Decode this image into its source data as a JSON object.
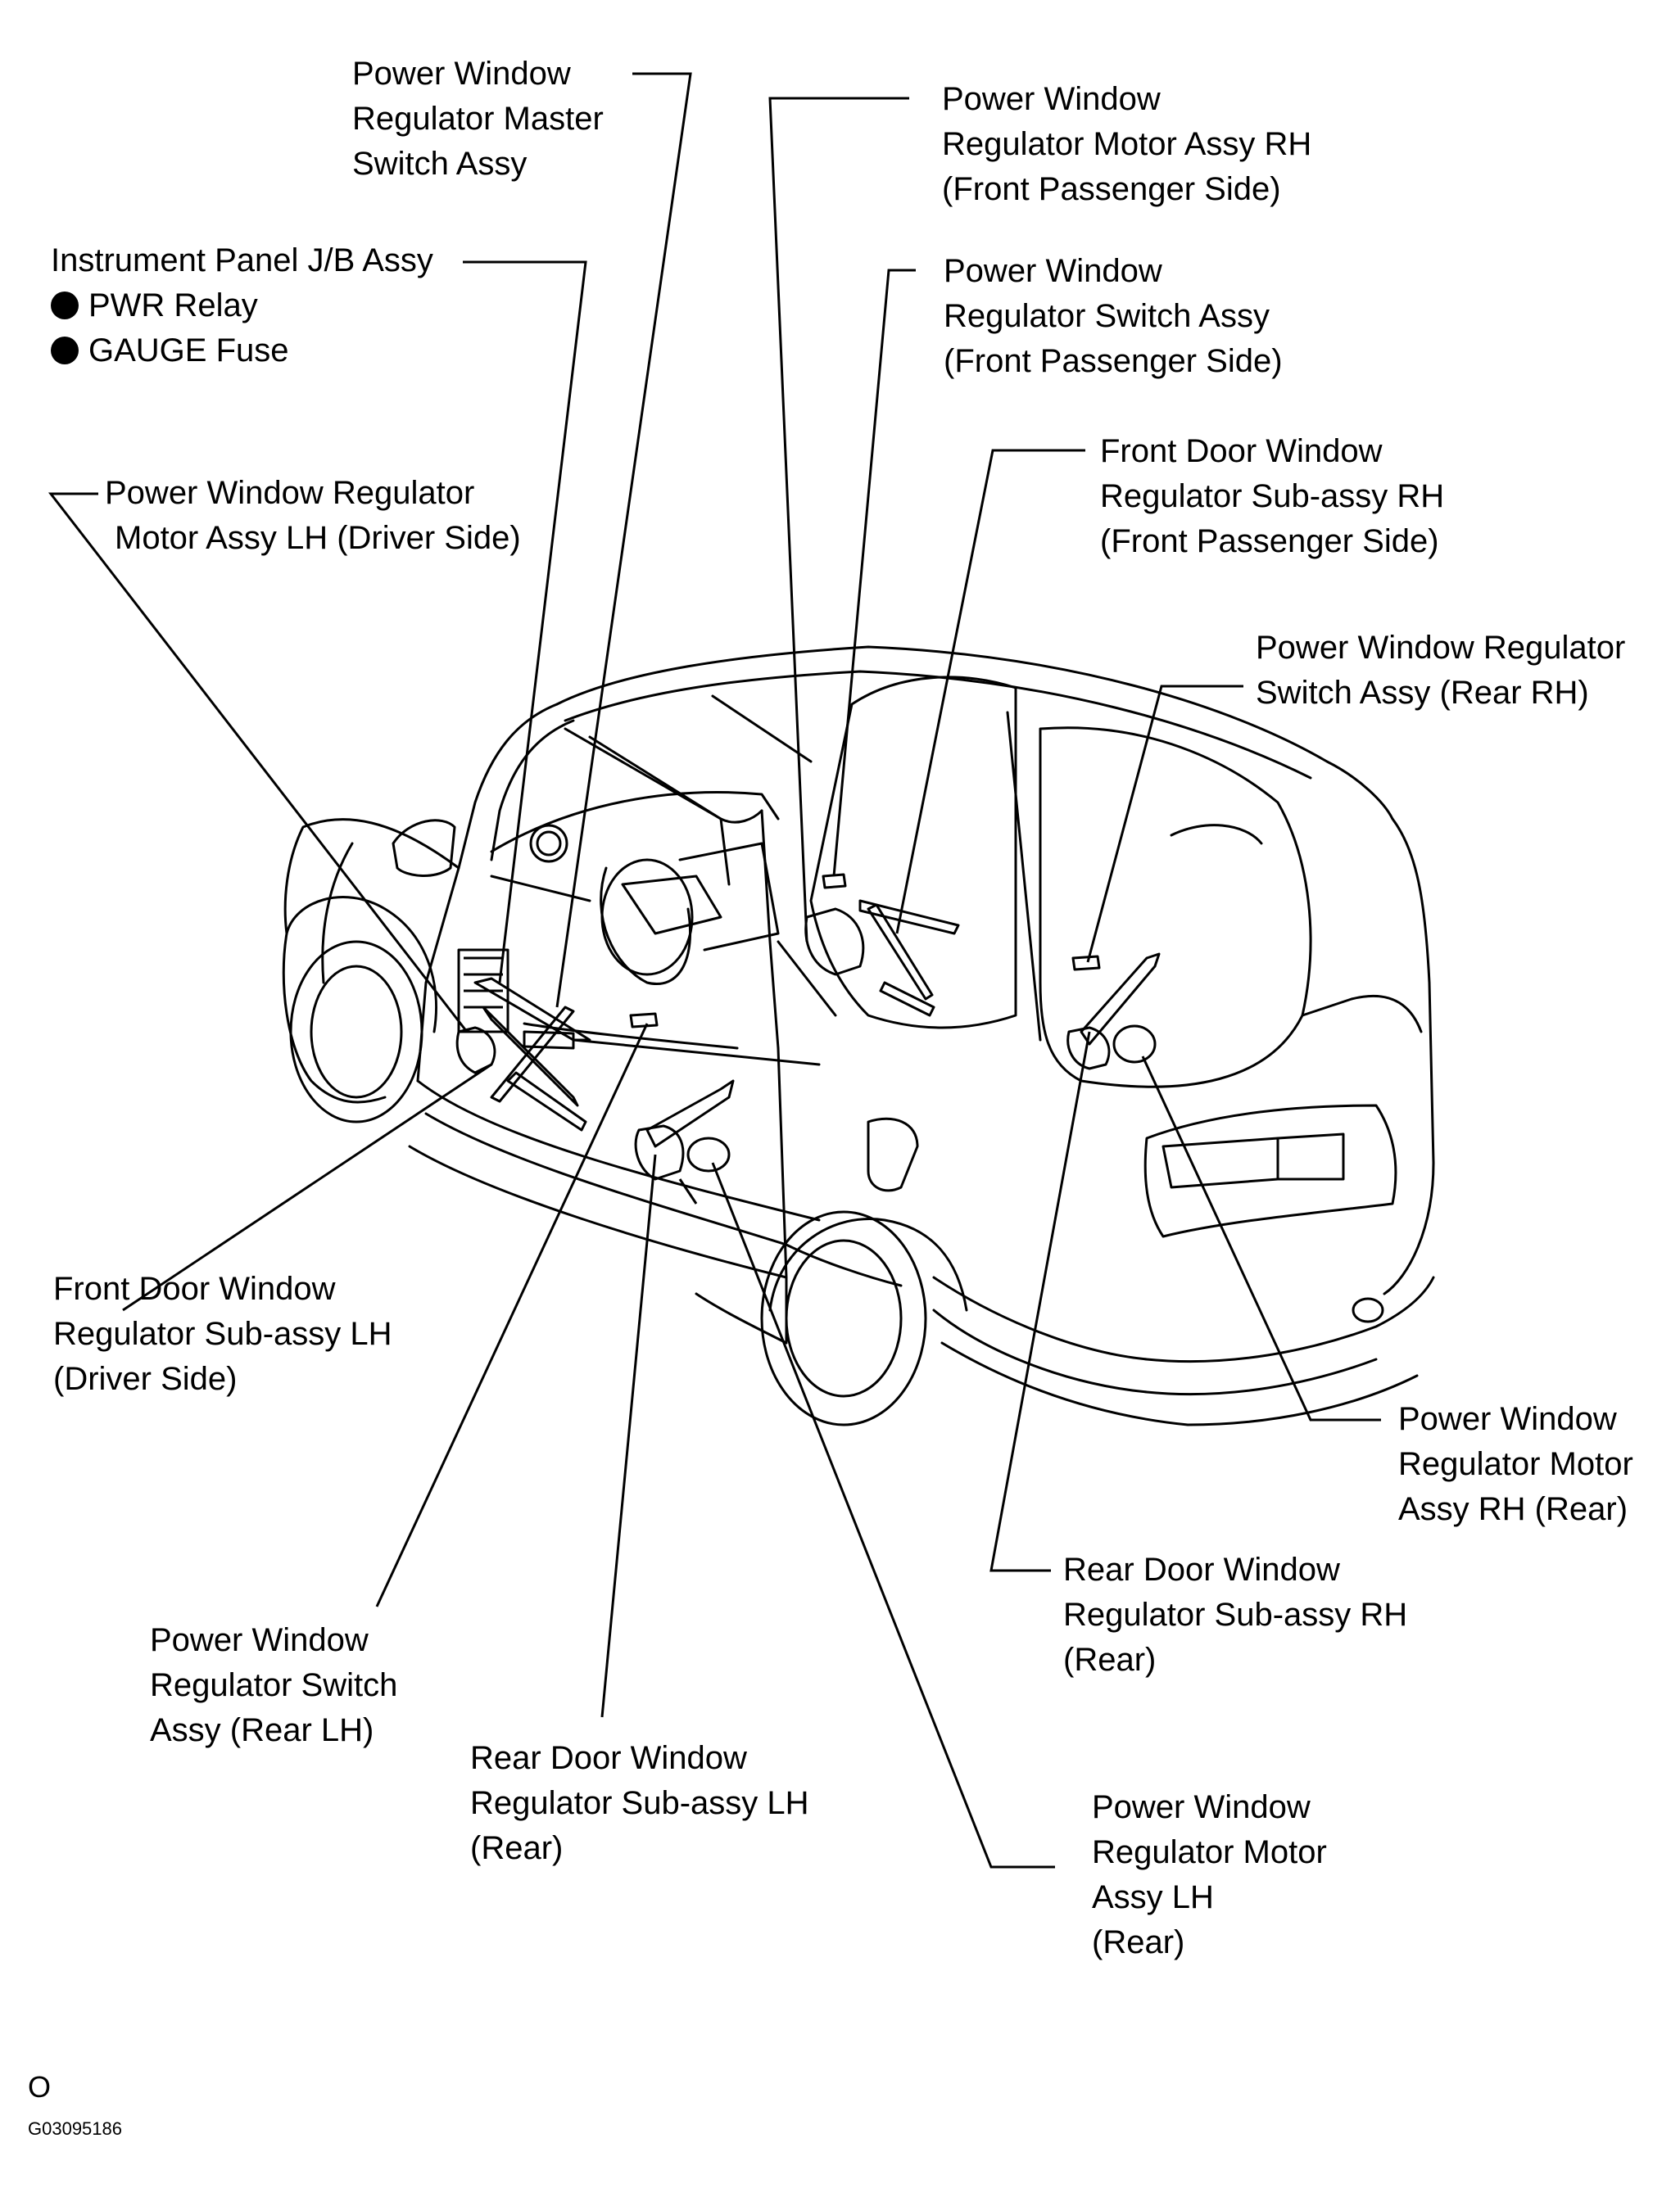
{
  "diagram": {
    "labels": {
      "master_switch": [
        "Power Window",
        "Regulator Master",
        "Switch Assy"
      ],
      "jb_assy": {
        "title": "Instrument Panel J/B Assy",
        "items": [
          "PWR Relay",
          "GAUGE Fuse"
        ]
      },
      "motor_lh_driver": [
        "Power Window Regulator",
        "Motor Assy LH (Driver Side)"
      ],
      "motor_rh_front": [
        "Power Window",
        "Regulator Motor Assy RH",
        "(Front Passenger Side)"
      ],
      "switch_front_passenger": [
        "Power Window",
        "Regulator Switch Assy",
        "(Front Passenger Side)"
      ],
      "front_regulator_rh": [
        "Front Door Window",
        "Regulator Sub-assy RH",
        "(Front Passenger Side)"
      ],
      "switch_rear_rh": [
        "Power Window Regulator",
        "Switch Assy (Rear RH)"
      ],
      "front_regulator_lh": [
        "Front Door Window",
        "Regulator Sub-assy LH",
        "(Driver Side)"
      ],
      "motor_rh_rear": [
        "Power Window",
        "Regulator Motor",
        "Assy RH (Rear)"
      ],
      "rear_regulator_rh": [
        "Rear Door Window",
        "Regulator Sub-assy RH",
        "(Rear)"
      ],
      "switch_rear_lh": [
        "Power Window",
        "Regulator Switch",
        "Assy (Rear LH)"
      ],
      "rear_regulator_lh": [
        "Rear Door Window",
        "Regulator Sub-assy LH",
        "(Rear)"
      ],
      "motor_lh_rear": [
        "Power Window",
        "Regulator Motor",
        "Assy LH",
        "(Rear)"
      ]
    },
    "footer": {
      "mark": "O",
      "figure_id": "G03095186"
    }
  }
}
